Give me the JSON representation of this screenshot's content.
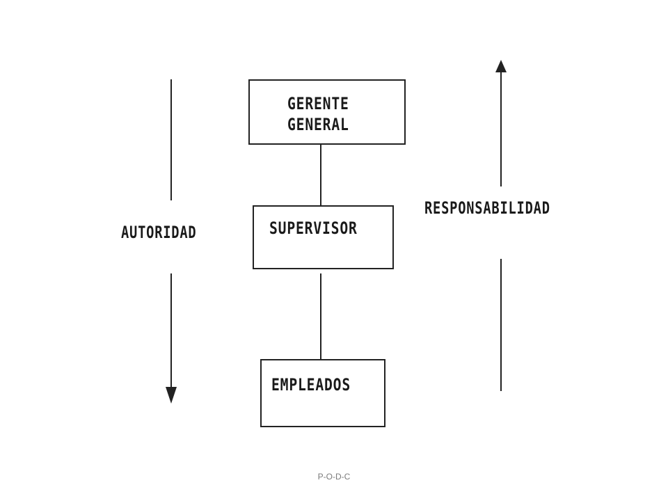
{
  "diagram": {
    "nodes": {
      "gerente": "GERENTE\nGENERAL",
      "supervisor": "SUPERVISOR",
      "empleados": "EMPLEADOS"
    },
    "left_axis": {
      "label": "AUTORIDAD",
      "direction": "down"
    },
    "right_axis": {
      "label": "RESPONSABILIDAD",
      "direction": "up"
    },
    "line_color": "#222222"
  },
  "footer": {
    "text": "P-O-D-C"
  }
}
